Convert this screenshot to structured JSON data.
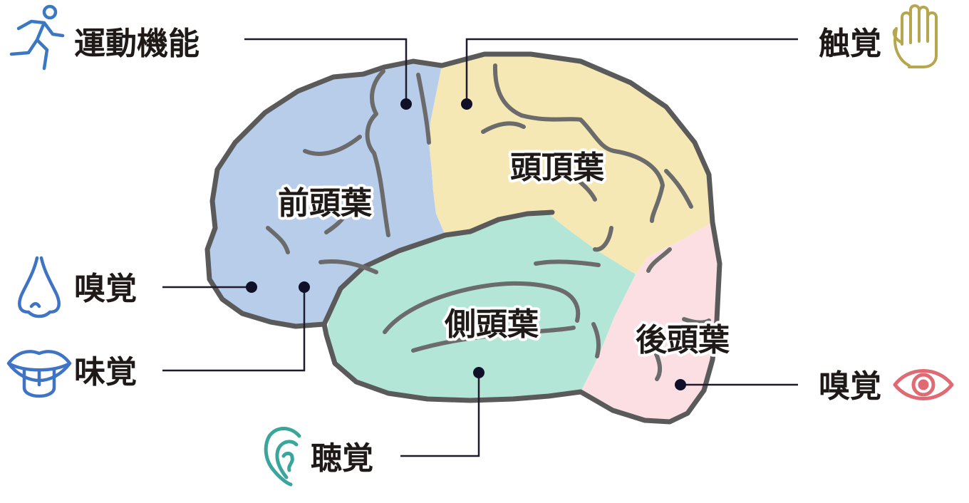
{
  "lobes": {
    "frontal": "前頭葉",
    "parietal": "頭頂葉",
    "temporal": "側頭葉",
    "occipital": "後頭葉"
  },
  "functions": {
    "motor": "運動機能",
    "touch": "触覚",
    "smell": "嗅覚",
    "taste": "味覚",
    "hearing": "聴覚",
    "vision": "嗅覚"
  },
  "colors": {
    "frontal": "#b8cde9",
    "parietal": "#f5e8b4",
    "temporal": "#b3e6d6",
    "occipital": "#fbdfe3",
    "motor": "#3b78c4",
    "touch": "#b6a64e",
    "smell": "#3f73c6",
    "taste": "#3f73c6",
    "hearing": "#3aa59a",
    "vision": "#e06a74"
  },
  "icons": {
    "motor": "running-person-icon",
    "touch": "hand-icon",
    "smell": "nose-icon",
    "taste": "mouth-tongue-icon",
    "hearing": "ear-icon",
    "vision": "eye-icon"
  }
}
